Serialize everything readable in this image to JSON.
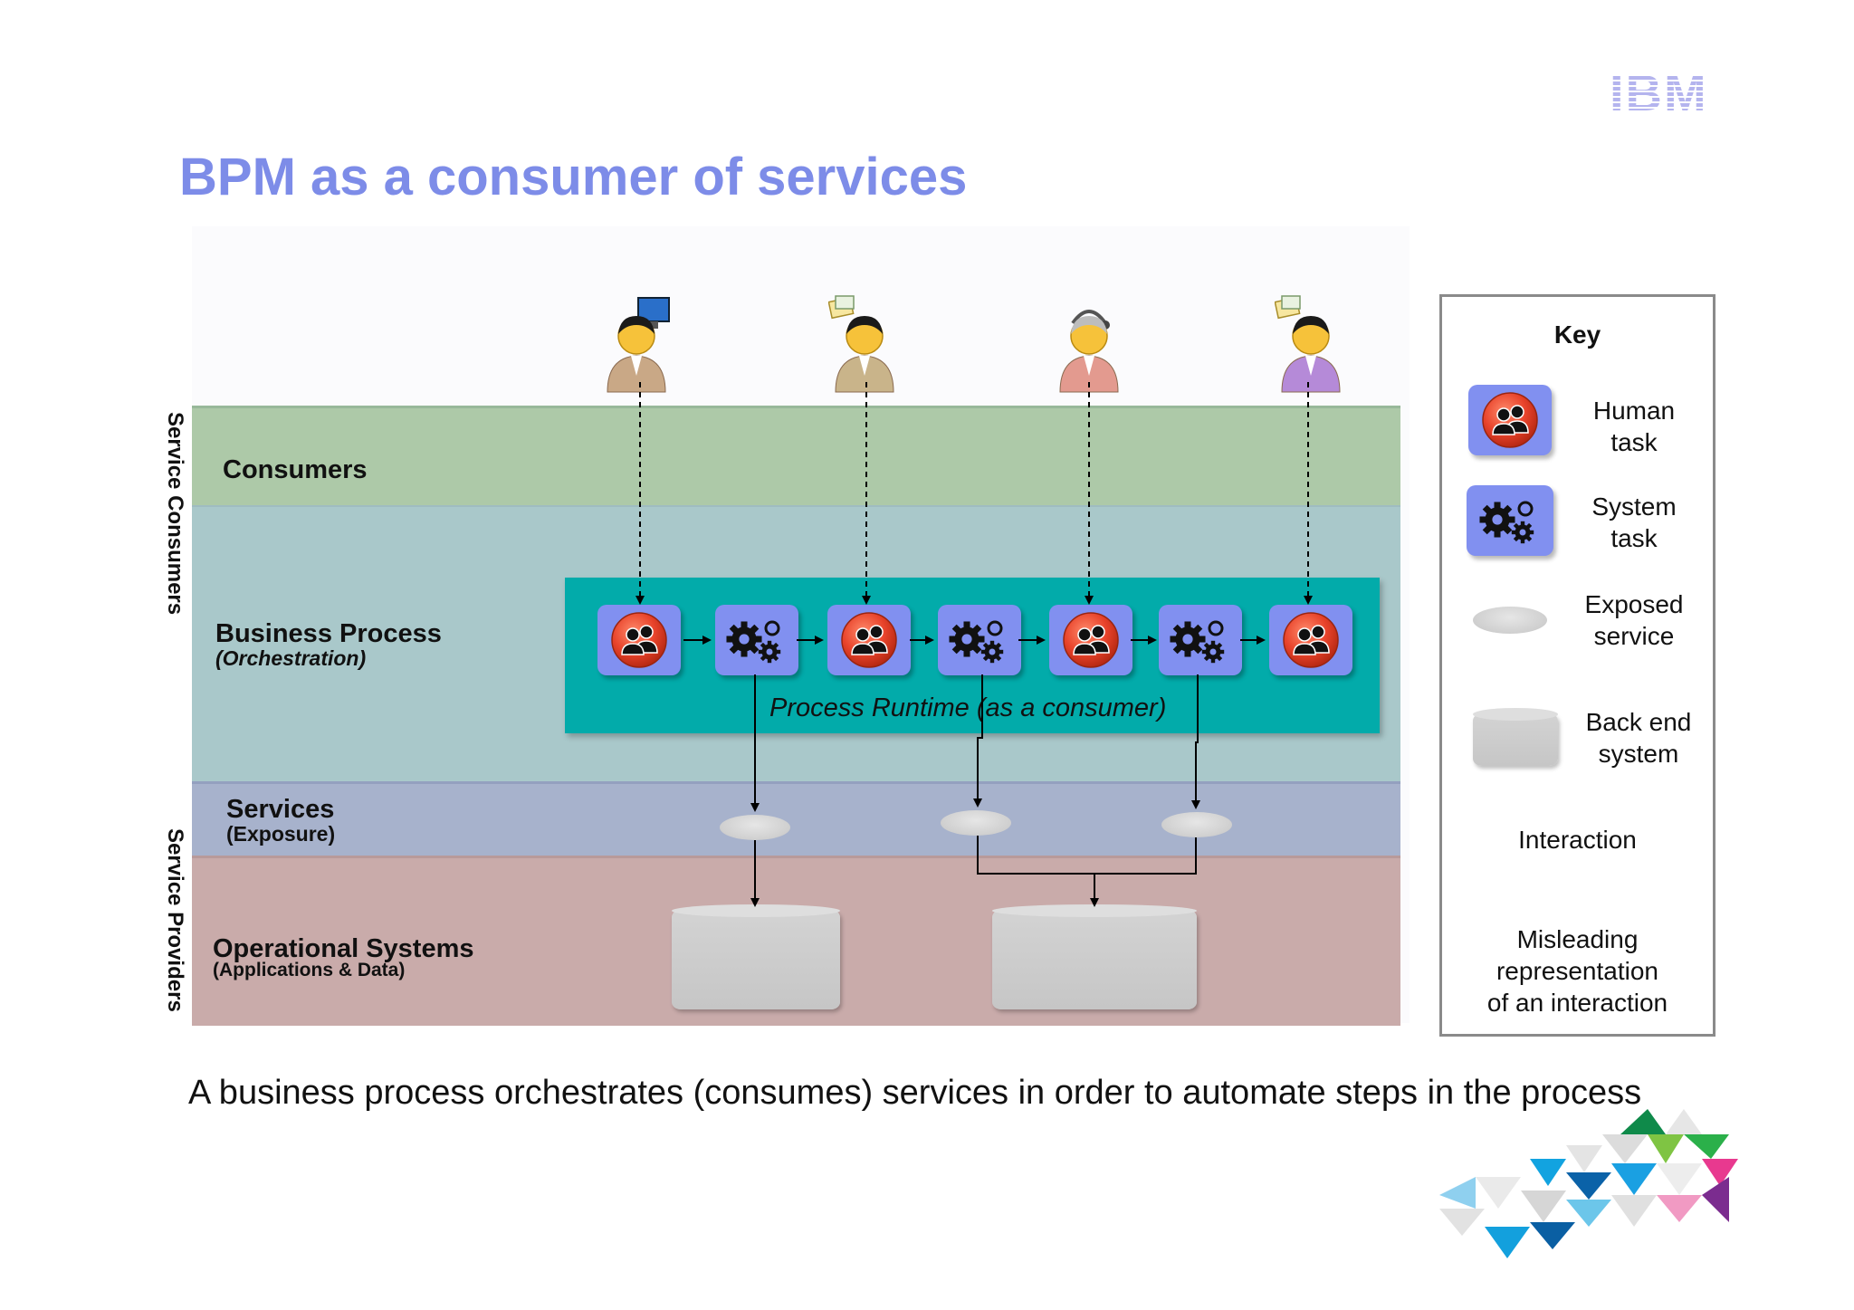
{
  "logo": {
    "text": "IBM"
  },
  "title": "BPM as a consumer of services",
  "side_labels": {
    "top": "Service Consumers",
    "bottom": "Service Providers"
  },
  "bands": {
    "consumers": {
      "label": "Consumers"
    },
    "process": {
      "label": "Business Process",
      "sub": "(Orchestration)"
    },
    "services": {
      "label": "Services",
      "sub": "(Exposure)"
    },
    "ops": {
      "label": "Operational Systems",
      "sub": "(Applications & Data)"
    }
  },
  "runtime": {
    "label": "Process Runtime (as a consumer)"
  },
  "tasks": [
    {
      "kind": "human"
    },
    {
      "kind": "system"
    },
    {
      "kind": "human"
    },
    {
      "kind": "system"
    },
    {
      "kind": "human"
    },
    {
      "kind": "system"
    },
    {
      "kind": "human"
    }
  ],
  "people": [
    {
      "role": "person-with-computer-icon",
      "shirt": "#c9a886"
    },
    {
      "role": "person-with-documents-icon",
      "shirt": "#c9b48a"
    },
    {
      "role": "person-with-headset-icon",
      "shirt": "#e39a8f"
    },
    {
      "role": "person-with-documents-icon",
      "shirt": "#b58ad8"
    }
  ],
  "caption": "A business process orchestrates (consumes) services in order to automate steps in the process",
  "key": {
    "title": "Key",
    "human_task": [
      "Human",
      "task"
    ],
    "system_task": [
      "System",
      "task"
    ],
    "exposed_service": [
      "Exposed",
      "service"
    ],
    "back_end_system": [
      "Back end",
      "system"
    ],
    "interaction": "Interaction",
    "misleading": [
      "Misleading",
      "representation",
      "of an interaction"
    ]
  },
  "colors": {
    "title": "#7d8ce8",
    "task_bg": "#8190f0",
    "human_icon": "#e8432b",
    "runtime_bg": "#02abaa",
    "consumers_band": "#adc9a8",
    "process_band": "#a9c8ca",
    "services_band": "#a7b2cc",
    "ops_band": "#c9abaa"
  }
}
